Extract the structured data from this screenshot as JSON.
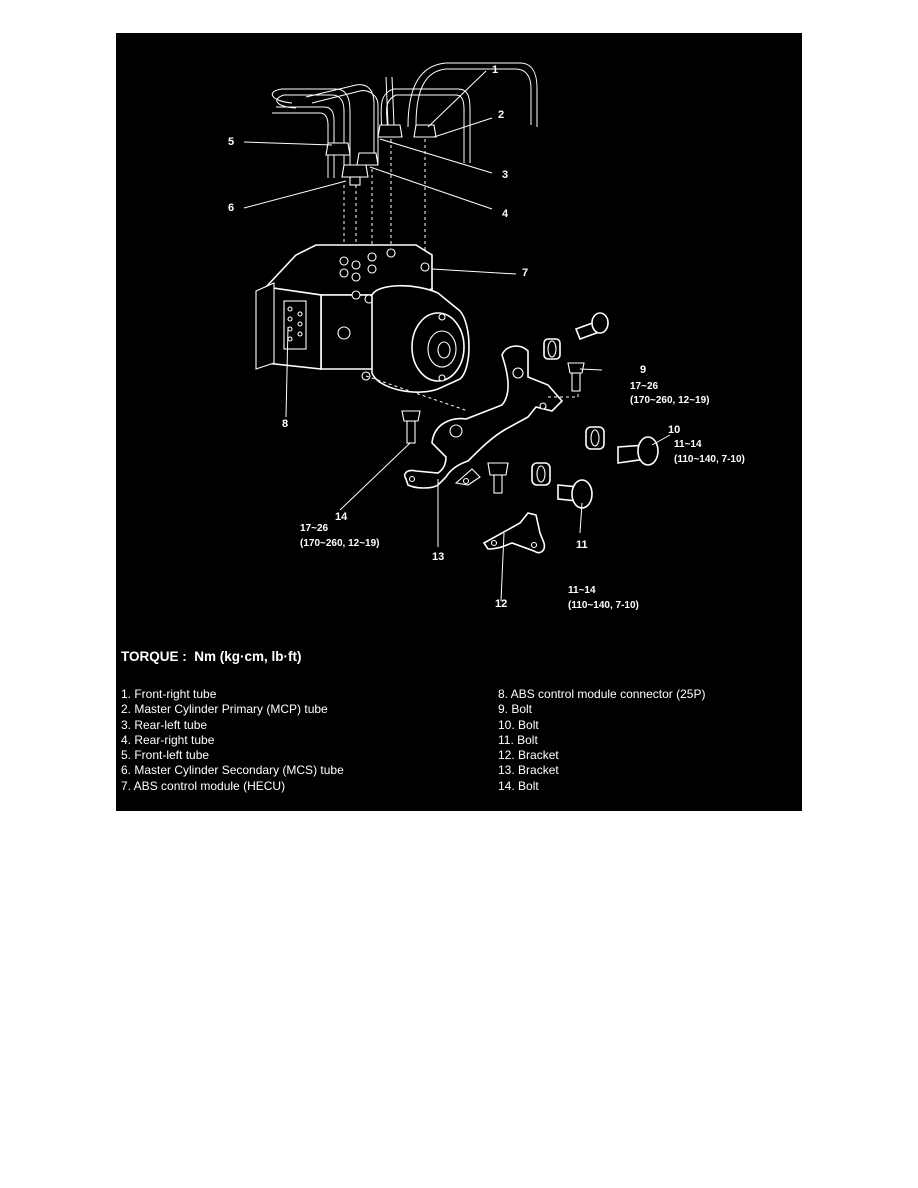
{
  "callouts": {
    "c1": "1",
    "c2": "2",
    "c3": "3",
    "c4": "4",
    "c5": "5",
    "c6": "6",
    "c7": "7",
    "c8": "8",
    "c9": "9",
    "c10": "10",
    "c11": "11",
    "c12": "12",
    "c13": "13",
    "c14": "14"
  },
  "torques": {
    "bolt9": {
      "value": "17~26",
      "range": "(170~260, 12~19)"
    },
    "bolt10": {
      "value": "11~14",
      "range": "(110~140, 7-10)"
    },
    "bolt11": {
      "value": "11~14",
      "range": "(110~140, 7-10)"
    },
    "bolt14": {
      "value": "17~26",
      "range": "(170~260, 12~19)"
    }
  },
  "torque_heading": "TORQUE :  Nm (kg·cm, lb·ft)",
  "legend": {
    "left": [
      "1. Front-right tube",
      "2. Master Cylinder Primary (MCP) tube",
      "3. Rear-left tube",
      "4. Rear-right tube",
      "5. Front-left tube",
      "6. Master Cylinder Secondary (MCS) tube",
      "7. ABS control module (HECU)"
    ],
    "right": [
      "8.  ABS control module connector (25P)",
      "9.  Bolt",
      "10.  Bolt",
      "11.  Bolt",
      "12.  Bracket",
      "13.  Bracket",
      "14.  Bolt"
    ]
  }
}
